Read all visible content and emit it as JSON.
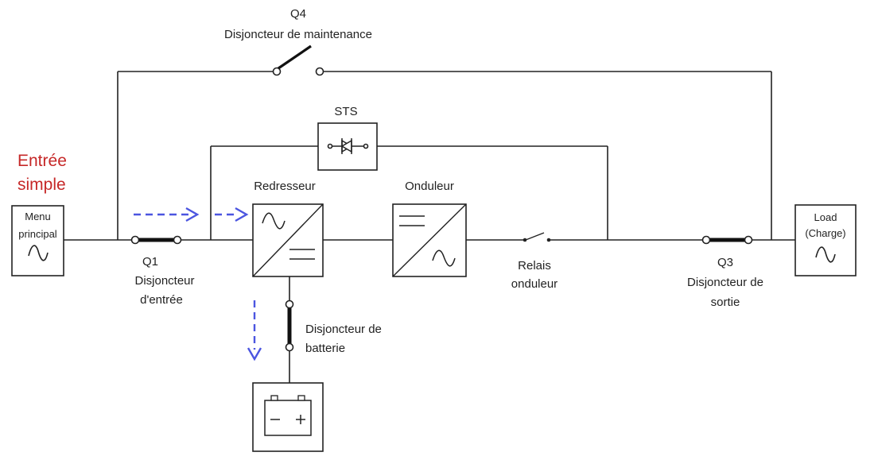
{
  "colors": {
    "accent_red": "#c62828",
    "arrow_blue": "#4b55e0",
    "line": "#222222"
  },
  "labels": {
    "q4_id": "Q4",
    "q4_name": "Disjoncteur de maintenance",
    "sts": "STS",
    "input_title_line1": "Entrée",
    "input_title_line2": "simple",
    "mains_line1": "Menu",
    "mains_line2": "principal",
    "rectifier": "Redresseur",
    "inverter": "Onduleur",
    "q1_id": "Q1",
    "q1_name_line1": "Disjoncteur",
    "q1_name_line2": "d'entrée",
    "relay_line1": "Relais",
    "relay_line2": "onduleur",
    "q3_id": "Q3",
    "q3_name_line1": "Disjoncteur de",
    "q3_name_line2": "sortie",
    "load_line1": "Load",
    "load_line2": "(Charge)",
    "battery_breaker_line1": "Disjoncteur de",
    "battery_breaker_line2": "batterie"
  },
  "icons": [
    "sine-wave-icon",
    "thyristor-icon",
    "battery-icon",
    "flow-arrow-icon"
  ]
}
